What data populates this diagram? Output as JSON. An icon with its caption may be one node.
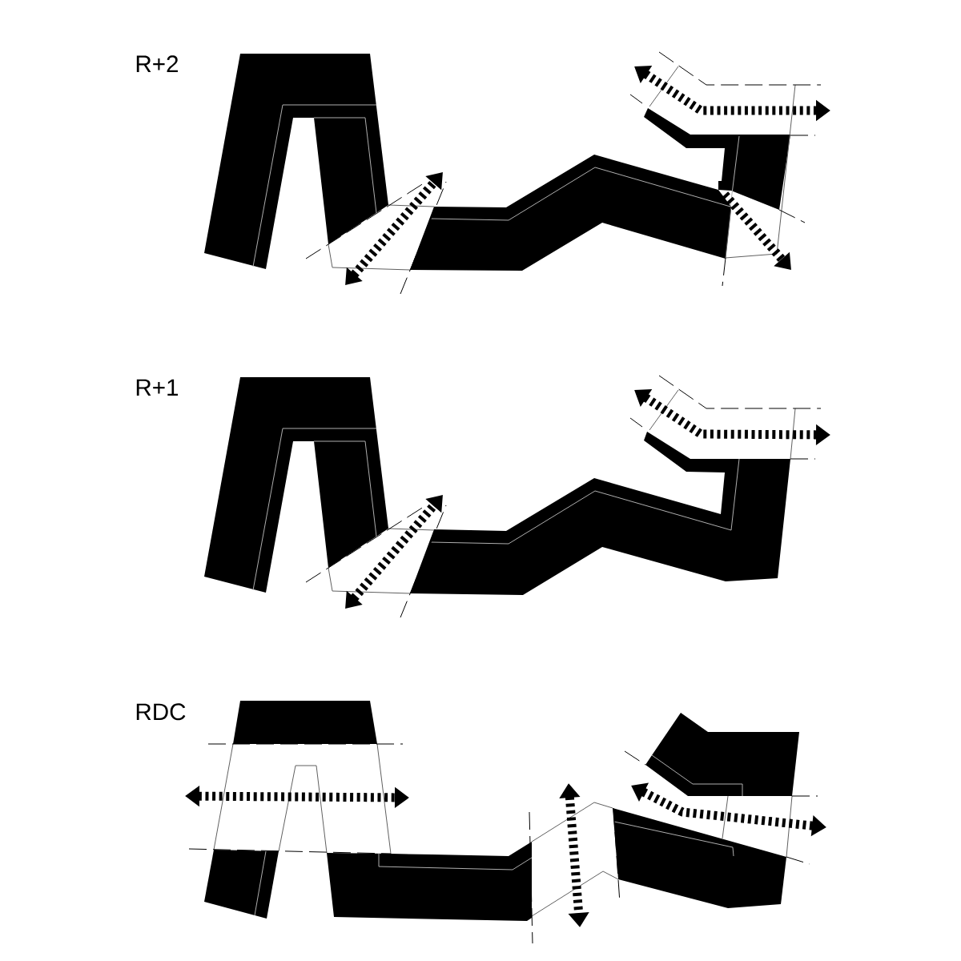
{
  "diagram": {
    "labels": [
      "R+2",
      "R+1",
      "RDC"
    ]
  }
}
